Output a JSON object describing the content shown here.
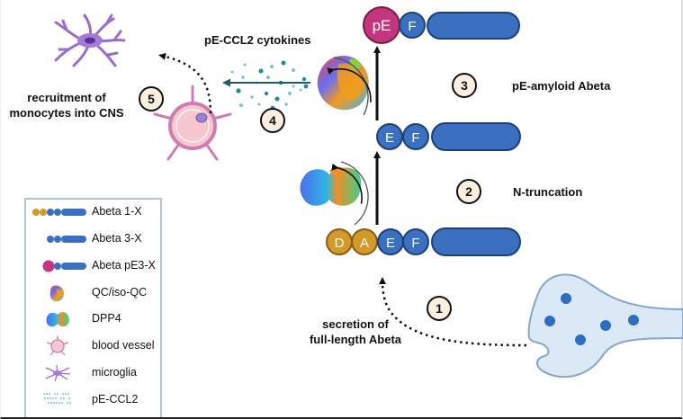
{
  "diagram": {
    "labels": {
      "cytokines": "pE-CCL2 cytokines",
      "recruitment_line1": "recruitment of",
      "recruitment_line2": "monocytes into CNS",
      "pe_amyloid": "pE-amyloid Abeta",
      "n_truncation": "N-truncation",
      "secretion_line1": "secretion of",
      "secretion_line2": "full-length Abeta"
    },
    "steps": [
      "1",
      "2",
      "3",
      "4",
      "5"
    ],
    "peptides": {
      "top": [
        "pE",
        "F"
      ],
      "middle": [
        "E",
        "F"
      ],
      "bottom": [
        "D",
        "A",
        "E",
        "F"
      ]
    },
    "colors": {
      "abeta_blue": "#3b6fc0",
      "abeta_gold": "#d39a2b",
      "pe_magenta": "#c2357f",
      "blood_vessel": "#d17cb0",
      "microglia": "#9a6ccf",
      "ccl2": "#1f8a9a",
      "neuron_fill": "#dbe8f6",
      "step_fill": "#fdf0e0"
    }
  },
  "legend": {
    "items": [
      {
        "icon": "abeta-1-x-icon",
        "label": "Abeta 1-X"
      },
      {
        "icon": "abeta-3-x-icon",
        "label": "Abeta 3-X"
      },
      {
        "icon": "abeta-pe3-x-icon",
        "label": "Abeta pE3-X"
      },
      {
        "icon": "qc-enzyme-icon",
        "label": "QC/iso-QC"
      },
      {
        "icon": "dpp4-enzyme-icon",
        "label": "DPP4"
      },
      {
        "icon": "blood-vessel-icon",
        "label": "blood vessel"
      },
      {
        "icon": "microglia-icon",
        "label": "microglia"
      },
      {
        "icon": "ccl2-particles-icon",
        "label": "pE-CCL2"
      }
    ]
  }
}
